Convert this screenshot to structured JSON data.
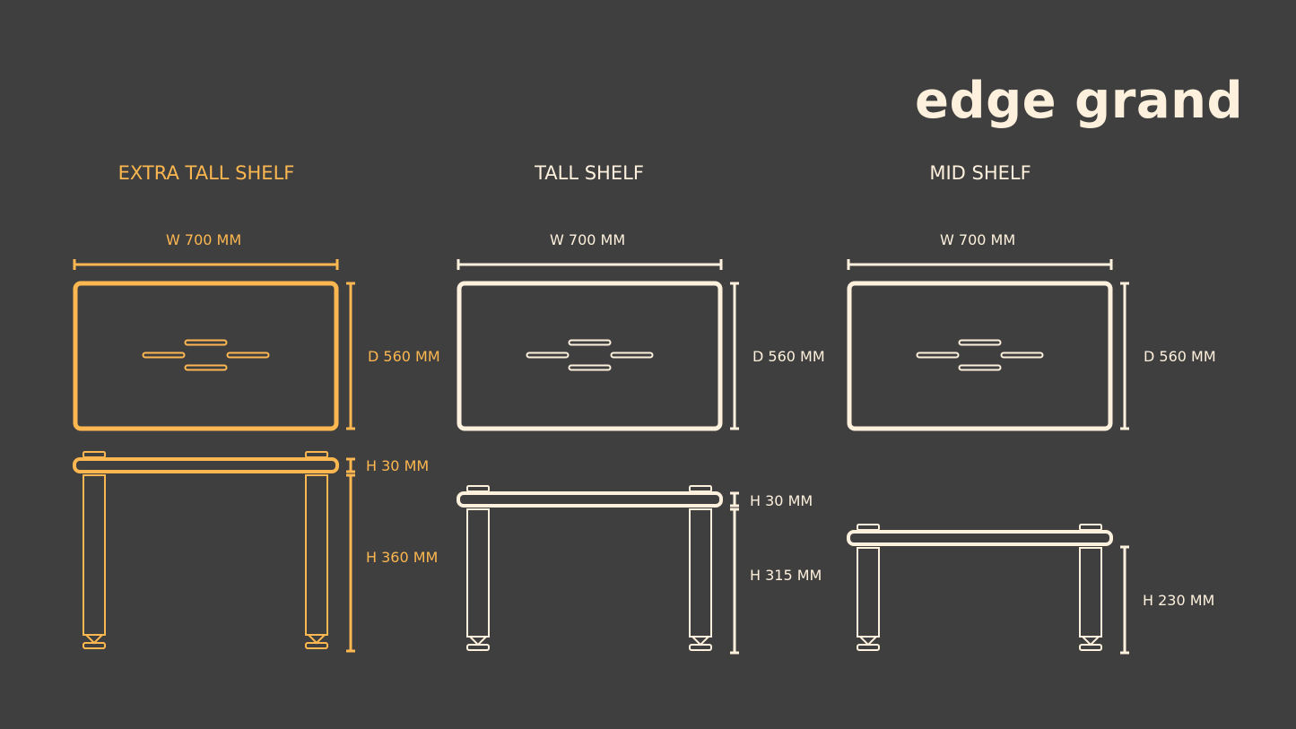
{
  "brand": "edge grand",
  "colors": {
    "background": "#3f3f3f",
    "highlight": "#fdb750",
    "cream": "#fdf0dc"
  },
  "shelves": [
    {
      "title": "EXTRA TALL SHELF",
      "width_label": "W 700 MM",
      "depth_label": "D 560 MM",
      "top_label": "H 30 MM",
      "leg_label": "H 360 MM",
      "color": "#fdb750"
    },
    {
      "title": "TALL SHELF",
      "width_label": "W 700 MM",
      "depth_label": "D 560 MM",
      "top_label": "H 30 MM",
      "leg_label": "H 315 MM",
      "color": "#fdf0dc"
    },
    {
      "title": "MID SHELF",
      "width_label": "W 700 MM",
      "depth_label": "D 560 MM",
      "top_label": "",
      "leg_label": "H 230 MM",
      "color": "#fdf0dc"
    }
  ]
}
